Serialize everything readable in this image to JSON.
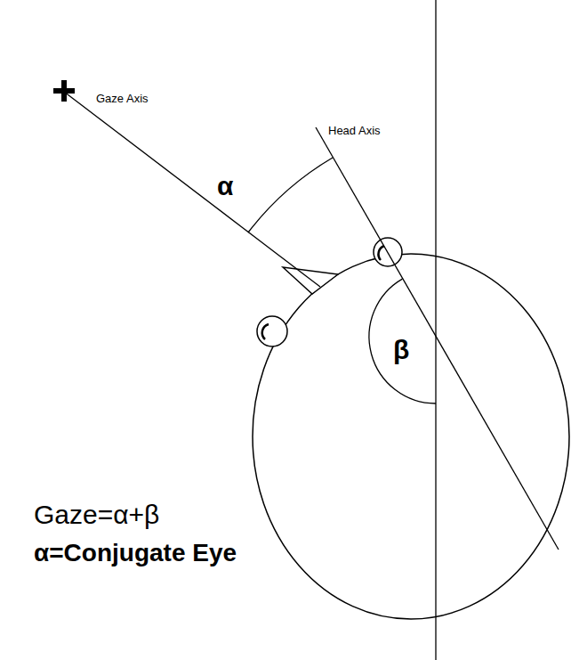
{
  "diagram": {
    "labels": [
      "Gaze Axis",
      "Head Axis",
      "α",
      "β",
      "Gaze=α+β",
      "α=Conjugate Eye"
    ]
  }
}
